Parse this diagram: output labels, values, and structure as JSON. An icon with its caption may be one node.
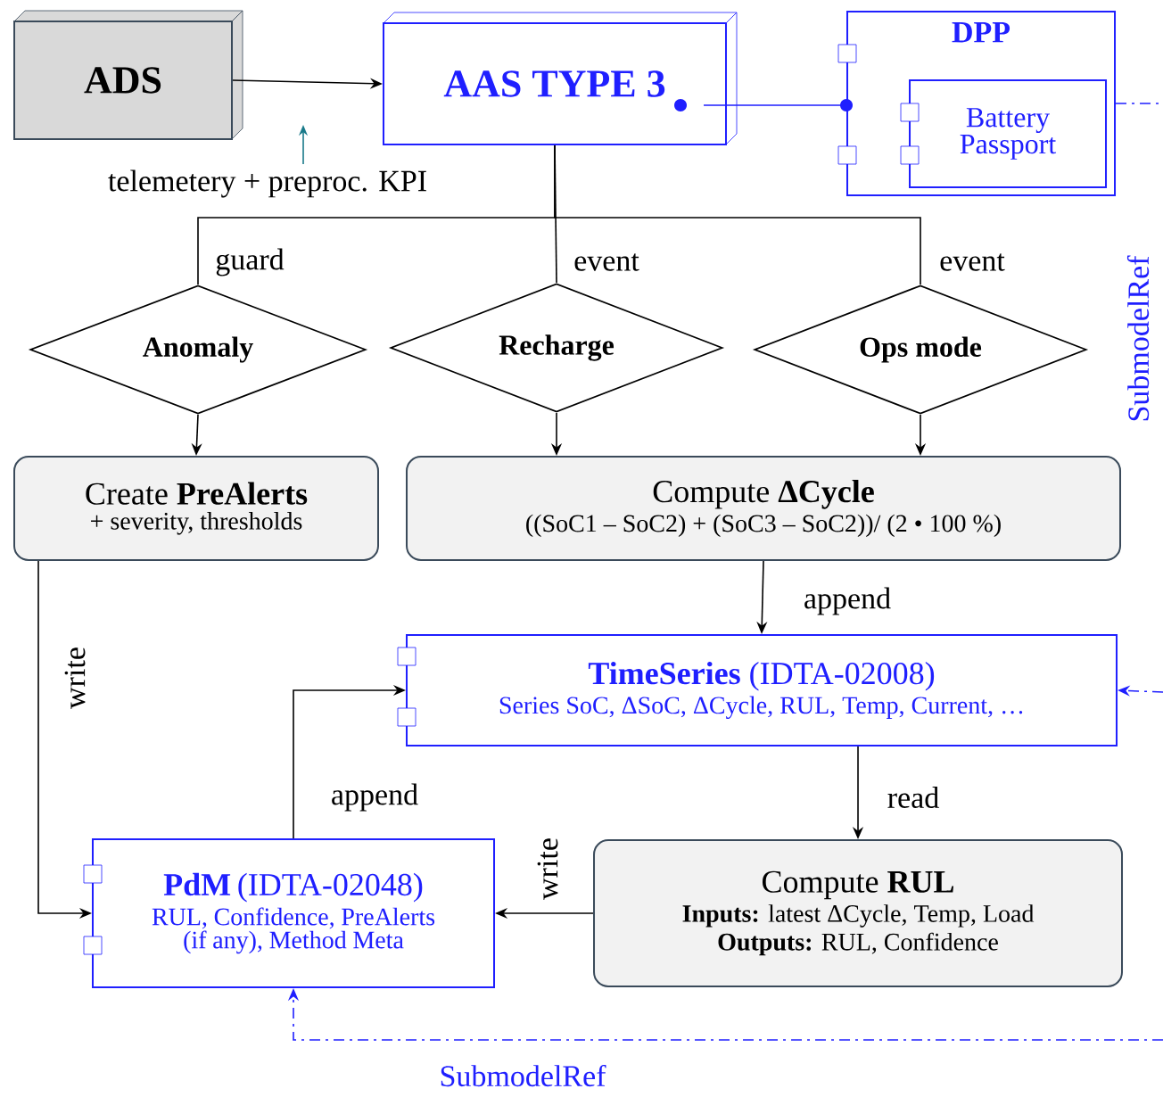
{
  "diagram": {
    "nodes": [
      {
        "text": [
          "ADS"
        ]
      },
      {
        "text": [
          "AAS TYPE 3"
        ]
      },
      {
        "text": [
          "DPP"
        ]
      },
      {
        "text": [
          "Battery Passport"
        ],
        "in": 2
      },
      {
        "text": [
          "Anomaly"
        ]
      },
      {
        "text": [
          "Recharge"
        ]
      },
      {
        "text": [
          "Ops mode"
        ]
      },
      {
        "text": [
          "Create **PreAlerts**",
          "+ severity, thresholds"
        ]
      },
      {
        "text": [
          "Compute **ΔCycle**",
          "((SoC1 – SoC2) + (SoC3 – SoC2))/ (2 • 100 %)"
        ]
      },
      {
        "text": [
          "**TimeSeries** (IDTA-02008)",
          "Series SoC, ΔSoC, ΔCycle, RUL,  Temp, Current, …"
        ]
      },
      {
        "text": [
          "Compute **RUL**",
          "**Inputs:** latest ΔCycle,  Temp, Load",
          "**Outputs:** RUL,  Confidence"
        ]
      },
      {
        "text": [
          "**PdM** (IDTA-02048)",
          "RUL,  Confidence, PreAlerts (if any), Method Meta"
        ]
      }
    ],
    "edges": [
      {
        "from": 0,
        "to": 1,
        "arrow": "to"
      },
      {
        "from": 1,
        "to": 2,
        "arrow": "other",
        "color": "#1f1fff"
      },
      {
        "from": 1,
        "to": 4,
        "arrow": "none",
        "label": "guard"
      },
      {
        "from": 1,
        "to": 5,
        "arrow": "none",
        "label": "event"
      },
      {
        "from": 1,
        "to": 6,
        "arrow": "none",
        "label": "event"
      },
      {
        "from": 4,
        "to": 7,
        "arrow": "to"
      },
      {
        "from": 5,
        "to": 8,
        "arrow": "to"
      },
      {
        "from": 6,
        "to": 8,
        "arrow": "to"
      },
      {
        "from": 8,
        "to": 9,
        "arrow": "to",
        "label": "append"
      },
      {
        "from": 9,
        "to": 10,
        "arrow": "to",
        "label": "read"
      },
      {
        "from": 10,
        "to": 11,
        "arrow": "to",
        "label": "write"
      },
      {
        "from": 7,
        "to": 11,
        "arrow": "to",
        "label": "write"
      },
      {
        "from": 11,
        "to": 9,
        "arrow": "to",
        "label": "append"
      },
      {
        "from": 2,
        "to": null,
        "arrow": "none",
        "style": "dashed",
        "color": "#1f1fff"
      },
      {
        "from": null,
        "to": 9,
        "arrow": "to",
        "style": "dashed",
        "color": "#1f1fff"
      },
      {
        "from": null,
        "to": 11,
        "arrow": "to",
        "style": "dashed",
        "color": "#1f1fff",
        "label": "SubmodelRef"
      }
    ],
    "labels": [
      "telemetery + preproc.  KPI",
      "SubmodelRef"
    ]
  }
}
